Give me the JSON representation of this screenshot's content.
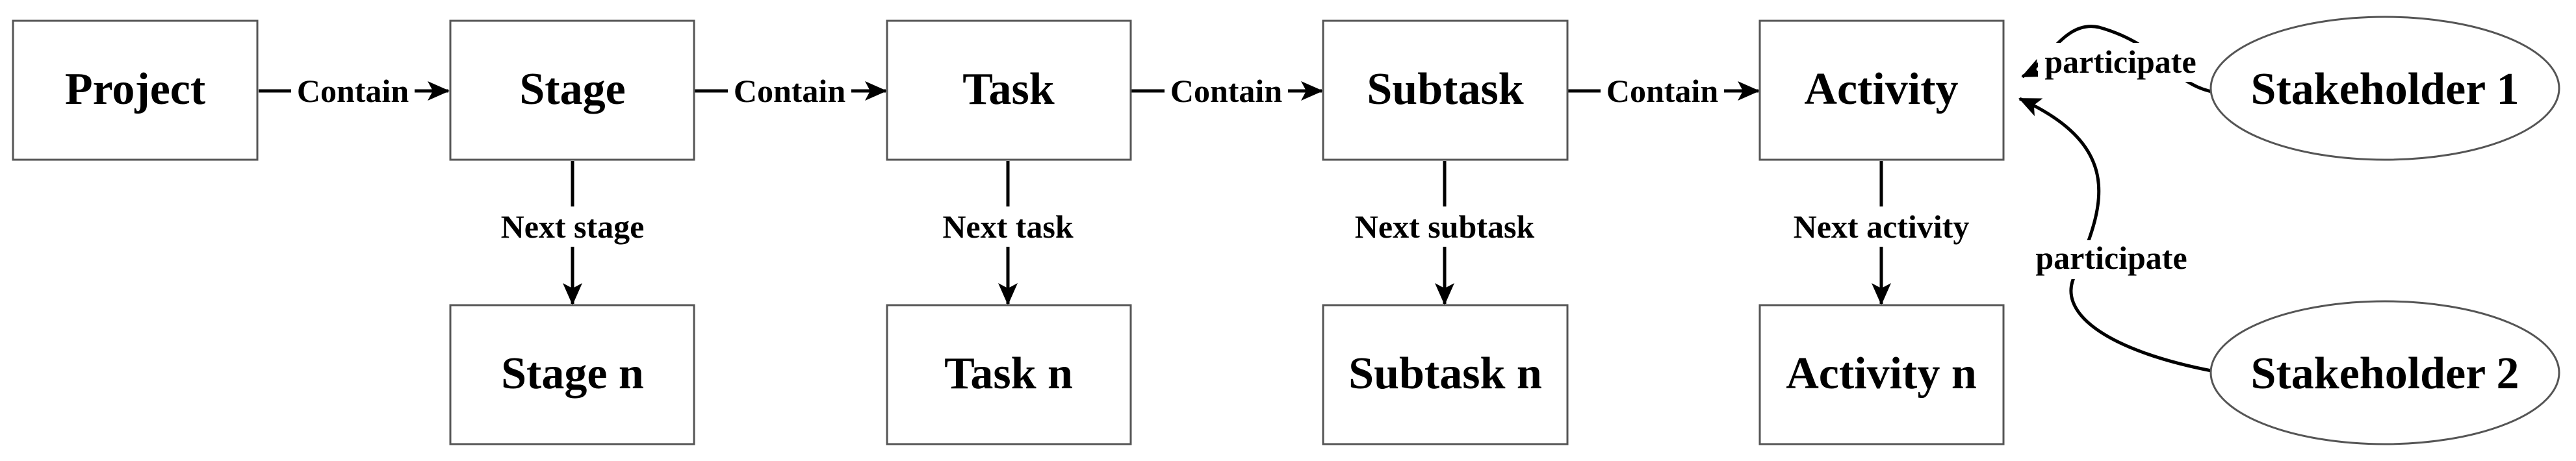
{
  "nodes": {
    "project": "Project",
    "stage": "Stage",
    "task": "Task",
    "subtask": "Subtask",
    "activity": "Activity",
    "stage_n": "Stage n",
    "task_n": "Task n",
    "subtask_n": "Subtask n",
    "activity_n": "Activity n",
    "stakeholder_1": "Stakeholder 1",
    "stakeholder_2": "Stakeholder 2"
  },
  "edges": {
    "contain_1": "Contain",
    "contain_2": "Contain",
    "contain_3": "Contain",
    "contain_4": "Contain",
    "next_stage": "Next stage",
    "next_task": "Next task",
    "next_subtask": "Next subtask",
    "next_activity": "Next activity",
    "participate_1": "participate",
    "participate_2": "participate"
  },
  "colors": {
    "box_border": "#555555",
    "line": "#000000",
    "text": "#000000",
    "background": "#ffffff"
  }
}
